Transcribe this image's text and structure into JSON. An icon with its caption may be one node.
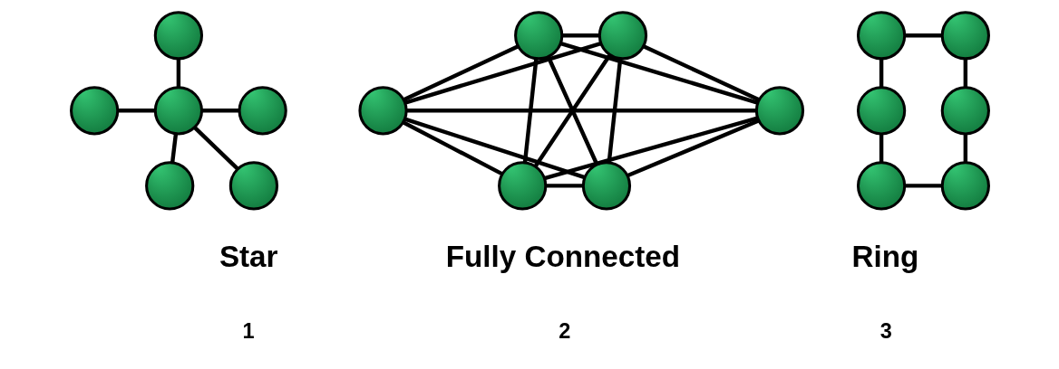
{
  "diagram": {
    "nodes": [
      {
        "text": [],
        "shape": "circle"
      },
      {
        "text": [],
        "shape": "circle"
      },
      {
        "text": [],
        "shape": "circle"
      },
      {
        "text": [],
        "shape": "circle"
      },
      {
        "text": [],
        "shape": "circle"
      },
      {
        "text": [],
        "shape": "circle"
      },
      {
        "text": [],
        "shape": "circle"
      },
      {
        "text": [],
        "shape": "circle"
      },
      {
        "text": [],
        "shape": "circle"
      },
      {
        "text": [],
        "shape": "circle"
      },
      {
        "text": [],
        "shape": "circle"
      },
      {
        "text": [],
        "shape": "circle"
      },
      {
        "text": [],
        "shape": "circle"
      },
      {
        "text": [],
        "shape": "circle"
      },
      {
        "text": [],
        "shape": "circle"
      },
      {
        "text": [],
        "shape": "circle"
      },
      {
        "text": [],
        "shape": "circle"
      },
      {
        "text": [],
        "shape": "circle"
      }
    ],
    "edges": [
      {
        "from": 0,
        "to": 2,
        "arrow": "none"
      },
      {
        "from": 1,
        "to": 2,
        "arrow": "none"
      },
      {
        "from": 2,
        "to": 3,
        "arrow": "none"
      },
      {
        "from": 2,
        "to": 4,
        "arrow": "none"
      },
      {
        "from": 2,
        "to": 5,
        "arrow": "none"
      },
      {
        "from": 6,
        "to": 7,
        "arrow": "none"
      },
      {
        "from": 6,
        "to": 8,
        "arrow": "none"
      },
      {
        "from": 6,
        "to": 10,
        "arrow": "none"
      },
      {
        "from": 6,
        "to": 11,
        "arrow": "none"
      },
      {
        "from": 6,
        "to": 9,
        "arrow": "none"
      },
      {
        "from": 7,
        "to": 8,
        "arrow": "none"
      },
      {
        "from": 7,
        "to": 10,
        "arrow": "none"
      },
      {
        "from": 7,
        "to": 11,
        "arrow": "none"
      },
      {
        "from": 7,
        "to": 9,
        "arrow": "none"
      },
      {
        "from": 8,
        "to": 9,
        "arrow": "none"
      },
      {
        "from": 8,
        "to": 10,
        "arrow": "none"
      },
      {
        "from": 8,
        "to": 11,
        "arrow": "none"
      },
      {
        "from": 9,
        "to": 10,
        "arrow": "none"
      },
      {
        "from": 9,
        "to": 11,
        "arrow": "none"
      },
      {
        "from": 10,
        "to": 11,
        "arrow": "none"
      },
      {
        "from": 12,
        "to": 13,
        "arrow": "none"
      },
      {
        "from": 13,
        "to": 15,
        "arrow": "none"
      },
      {
        "from": 15,
        "to": 17,
        "arrow": "none"
      },
      {
        "from": 16,
        "to": 17,
        "arrow": "none"
      },
      {
        "from": 14,
        "to": 16,
        "arrow": "none"
      },
      {
        "from": 12,
        "to": 14,
        "arrow": "none"
      }
    ],
    "labels": [
      "Star",
      "Fully Connected",
      "Ring",
      "1",
      "2",
      "3"
    ]
  }
}
